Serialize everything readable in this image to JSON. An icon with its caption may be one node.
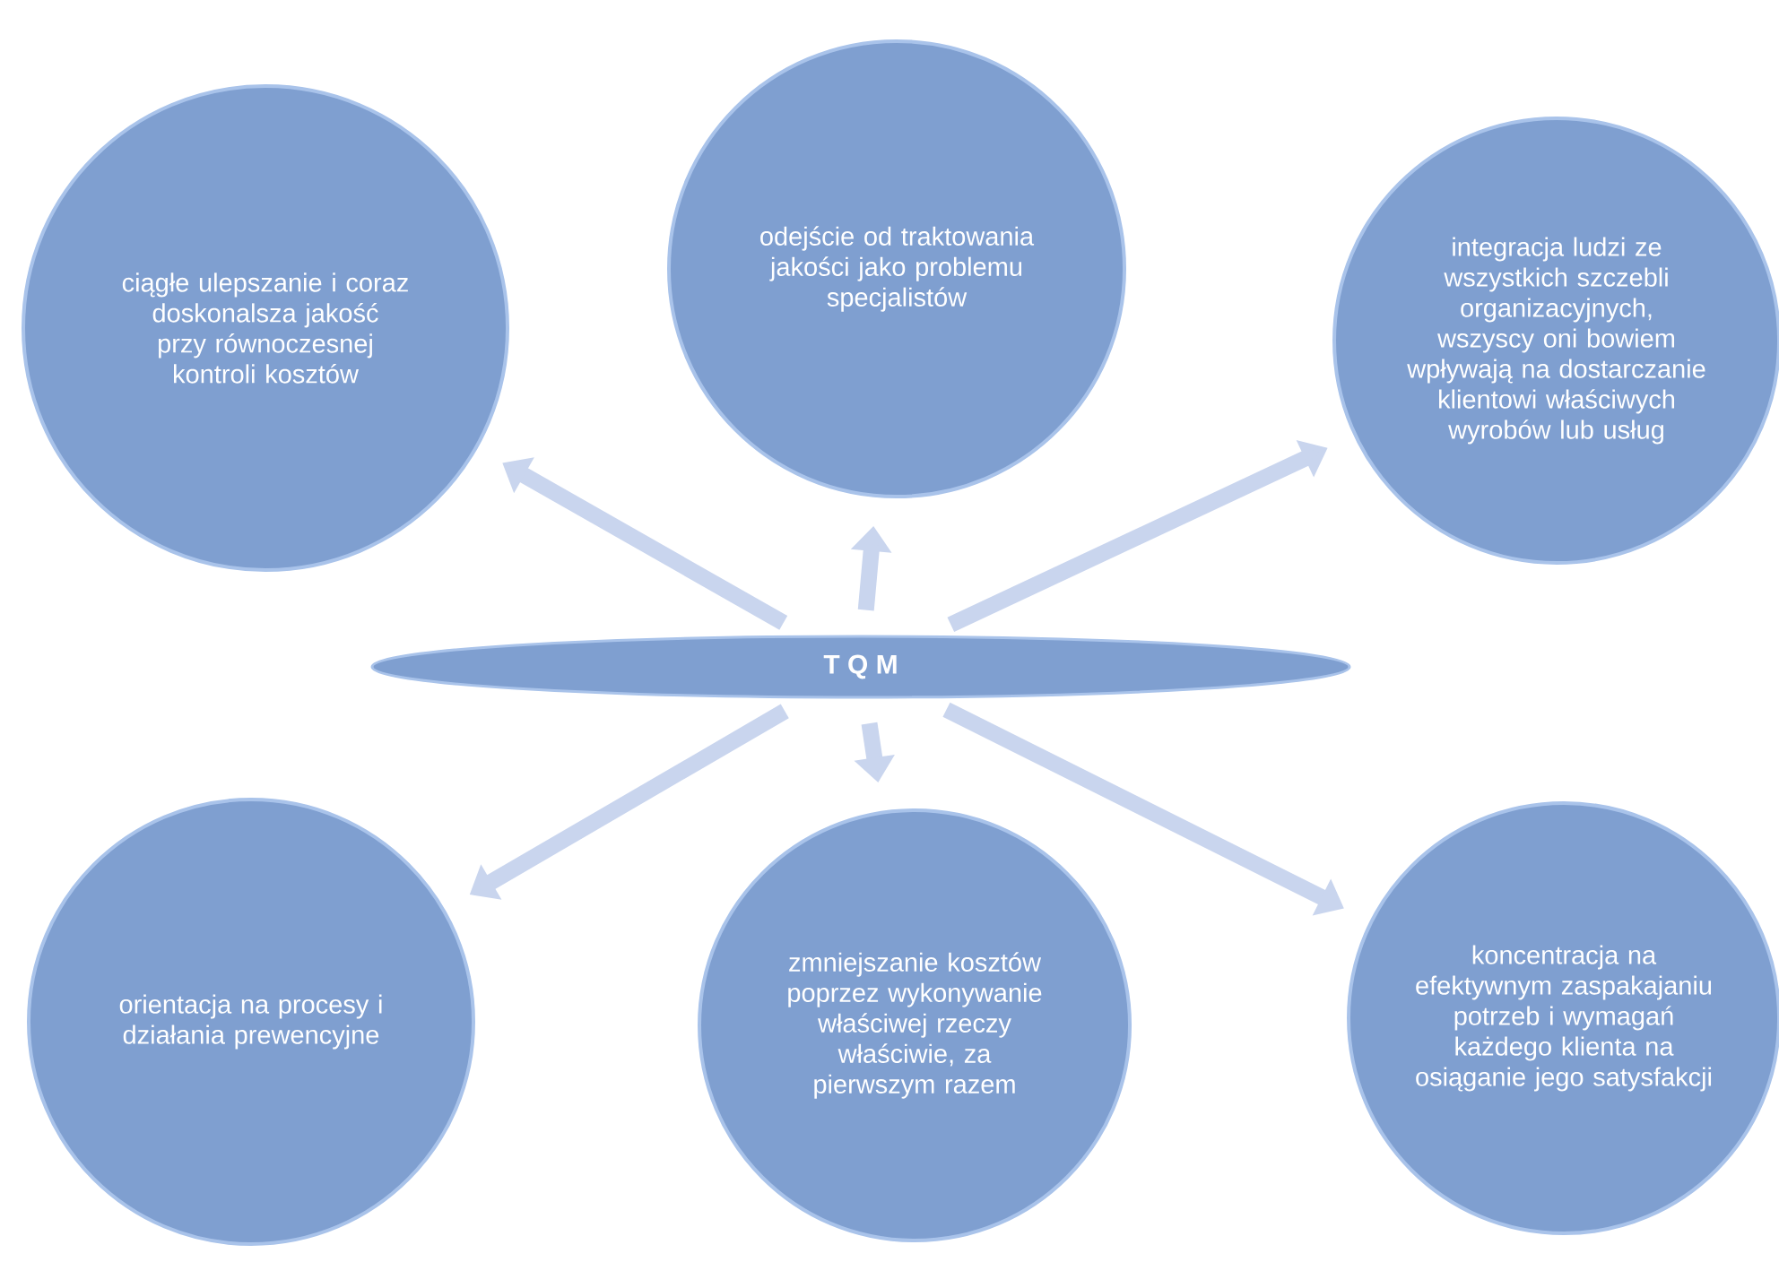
{
  "diagram": {
    "nodes": [
      {
        "text": [
          "ciągłe ulepszanie i coraz doskonalsza jakość przy równoczesnej kontroli kosztów"
        ]
      },
      {
        "text": [
          "odejście od traktowania jakości jako problemu specjalistów"
        ]
      },
      {
        "text": [
          "integracja ludzi ze wszystkich szczebli organizacyjnych, wszyscy oni bowiem wpływają na dostarczanie klientowi właściwych wyrobów lub usług"
        ]
      },
      {
        "text": [
          "T Q M"
        ]
      },
      {
        "text": [
          "orientacja na procesy i działania prewencyjne"
        ]
      },
      {
        "text": [
          "zmniejszanie kosztów poprzez wykonywanie właściwej rzeczy właściwie, za pierwszym razem"
        ]
      },
      {
        "text": [
          "koncentracja na efektywnym zaspakajaniu potrzeb i wymagań każdego klienta na osiąganie jego satysfakcji"
        ]
      }
    ],
    "edges": [
      {
        "from": 3,
        "to": 0,
        "arrow": "to"
      },
      {
        "from": 3,
        "to": 1,
        "arrow": "to"
      },
      {
        "from": 3,
        "to": 2,
        "arrow": "to"
      },
      {
        "from": 3,
        "to": 4,
        "arrow": "to"
      },
      {
        "from": 3,
        "to": 5,
        "arrow": "to"
      },
      {
        "from": 3,
        "to": 6,
        "arrow": "to"
      }
    ]
  }
}
